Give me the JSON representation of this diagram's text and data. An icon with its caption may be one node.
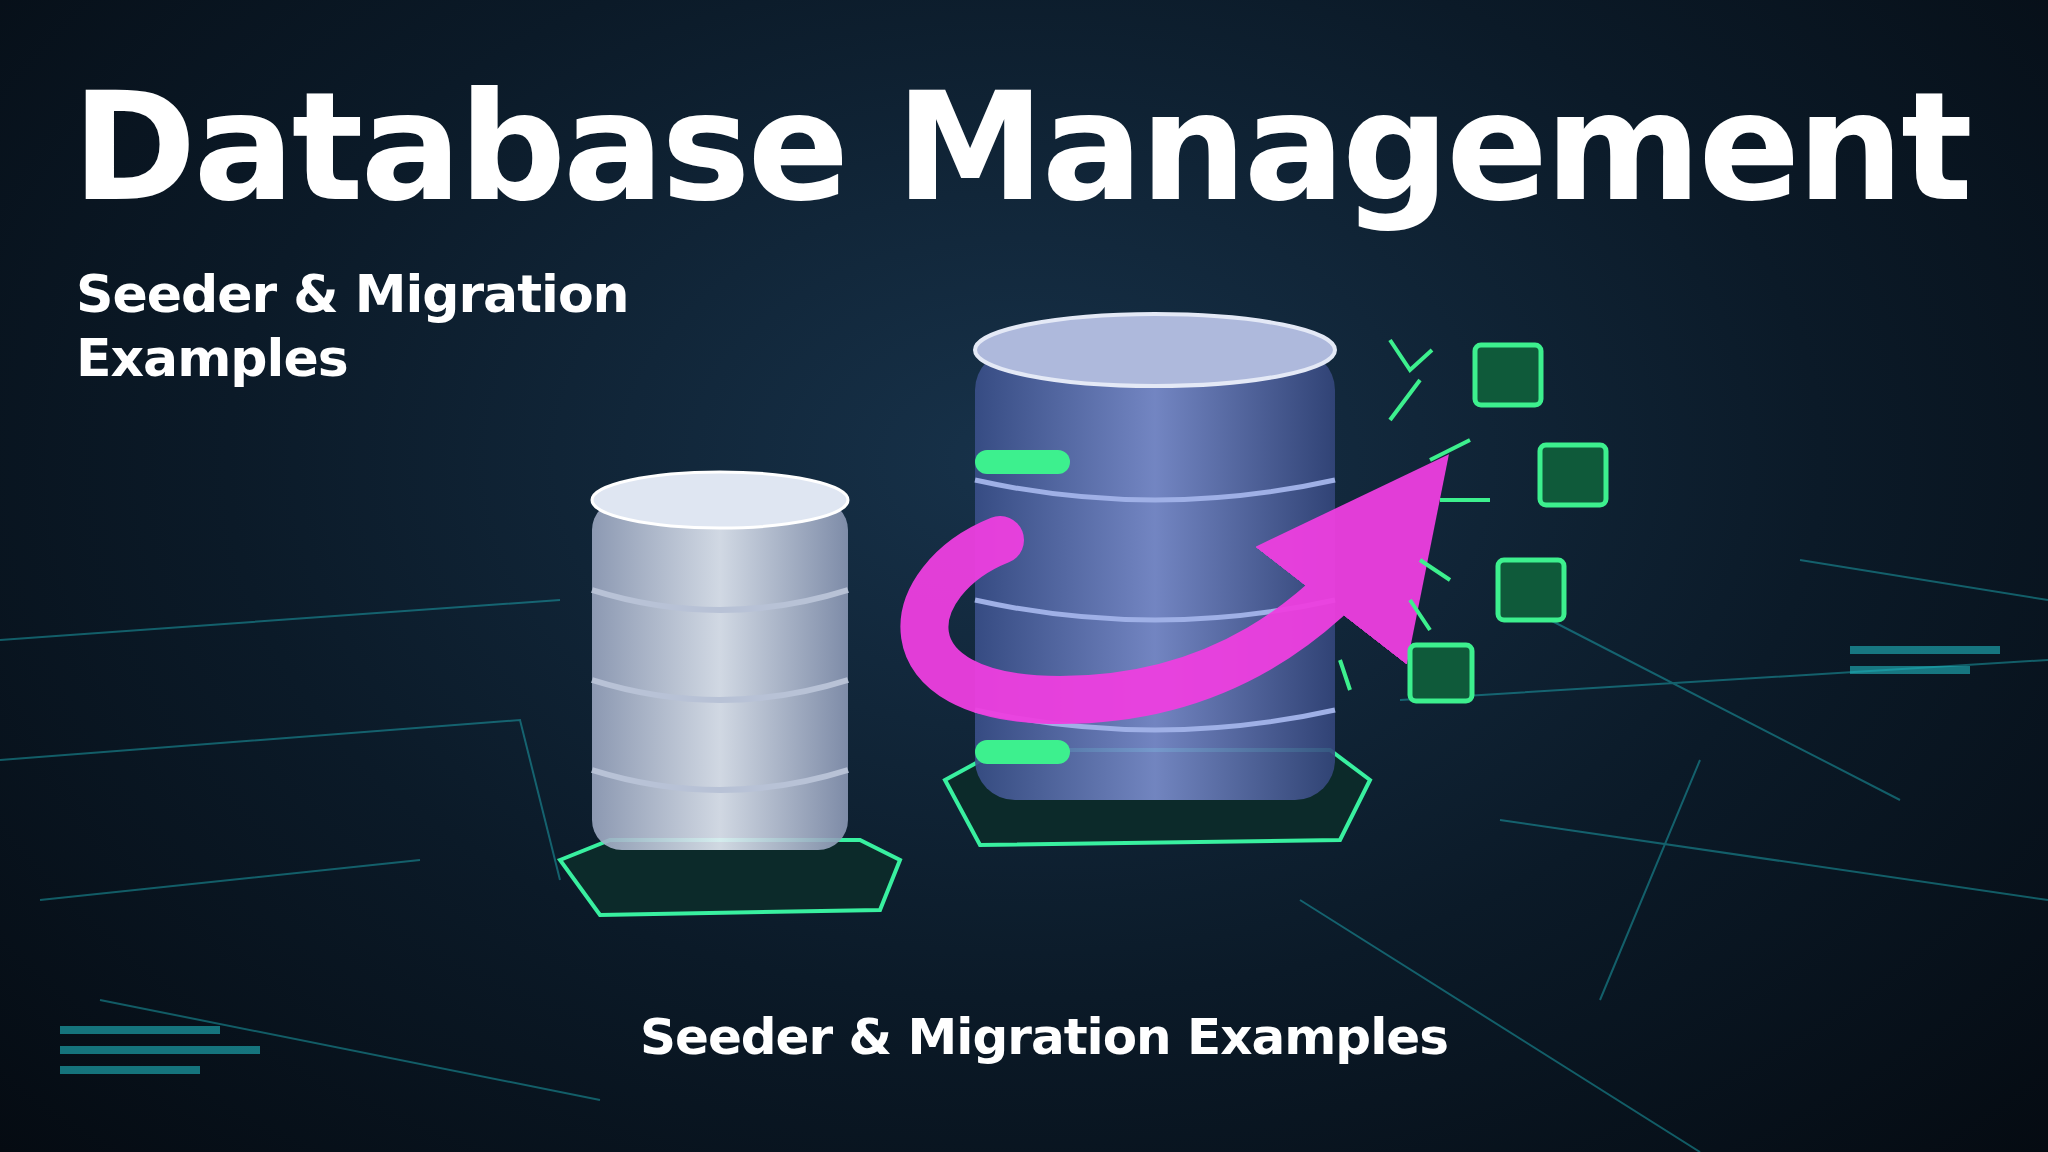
{
  "diagram": {
    "title": "Database Management",
    "caption": "Seeder & Migration Examples",
    "labels": [
      "Seeder & Migration Examples"
    ]
  }
}
